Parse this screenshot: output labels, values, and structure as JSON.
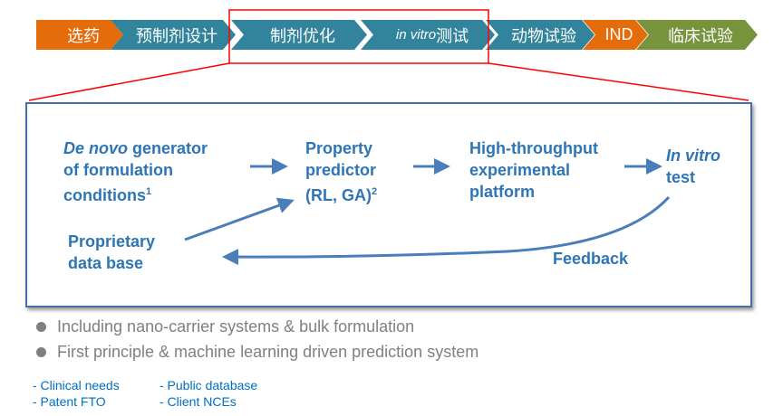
{
  "pipeline": [
    {
      "label": "选药",
      "color": "#e46c0a"
    },
    {
      "label": "预制剂设计",
      "color": "#31849b"
    },
    {
      "label": "制剂优化",
      "color": "#31849b"
    },
    {
      "label_italic": "in vitro",
      "label": "测试",
      "color": "#31849b"
    },
    {
      "label": "动物试验",
      "color": "#31849b"
    },
    {
      "label": "IND",
      "color": "#e46c0a"
    },
    {
      "label": "临床试验",
      "color": "#77933c"
    }
  ],
  "highlight_color": "#ff0000",
  "diagram": {
    "generator": {
      "italic": "De novo",
      "rest": " generator",
      "line2": "of formulation",
      "line3": "conditions",
      "sup": "1"
    },
    "predictor": {
      "line1": "Property",
      "line2": "predictor",
      "line3": "(RL, GA)",
      "sup": "2"
    },
    "platform": {
      "line1": "High-throughput",
      "line2": "experimental",
      "line3": "platform"
    },
    "test": {
      "line1": "In vitro",
      "line2": "test"
    },
    "database": {
      "line1": "Proprietary",
      "line2": "data base"
    },
    "feedback": "Feedback"
  },
  "bullets": [
    "Including nano-carrier systems & bulk formulation",
    "First principle & machine learning driven prediction system"
  ],
  "notes": {
    "col1": [
      "- Clinical needs",
      "- Patent FTO"
    ],
    "col2": [
      "- Public database",
      "- Client NCEs"
    ]
  }
}
